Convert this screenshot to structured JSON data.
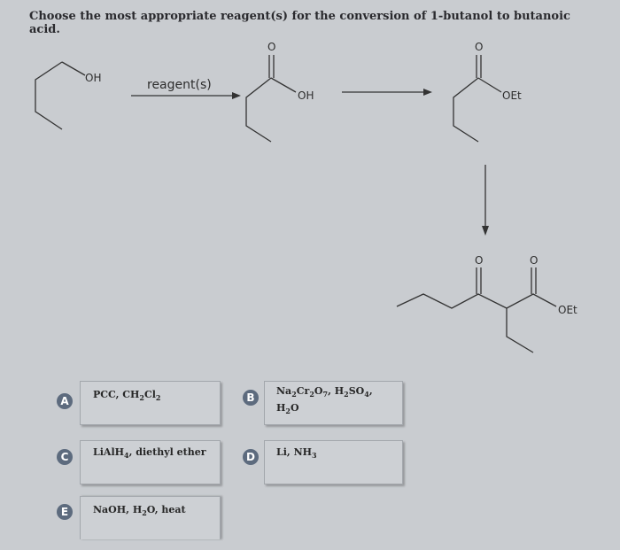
{
  "question": {
    "text": "Choose the most appropriate reagent(s) for the conversion of 1-butanol to butanoic acid."
  },
  "scheme": {
    "butanol_oh": "OH",
    "arrow_label": "reagent(s)",
    "acid_o": "O",
    "acid_oh": "OH",
    "ester_o": "O",
    "ester_oet": "OEt",
    "product_o1": "O",
    "product_o2": "O",
    "product_oet": "OEt"
  },
  "choices": [
    {
      "letter": "A",
      "color": "#5d6b7e",
      "parts": {
        "p1": "PCC, CH",
        "s1": "2",
        "p2": "Cl",
        "s2": "2"
      }
    },
    {
      "letter": "B",
      "color": "#5d6b7e",
      "parts": {
        "p1": "Na",
        "s1": "2",
        "p2": "Cr",
        "s2": "2",
        "p3": "O",
        "s3": "7",
        "p4": ", H",
        "s4": "2",
        "p5": "SO",
        "s5": "4",
        "p6": ",",
        "p7": "H",
        "s7": "2",
        "p8": "O"
      }
    },
    {
      "letter": "C",
      "color": "#5d6b7e",
      "parts": {
        "p1": "LiAlH",
        "s1": "4",
        "p2": ", diethyl ether"
      }
    },
    {
      "letter": "D",
      "color": "#5d6b7e",
      "parts": {
        "p1": "Li, NH",
        "s1": "3"
      }
    },
    {
      "letter": "E",
      "color": "#5d6b7e",
      "parts": {
        "p1": "NaOH, H",
        "s1": "2",
        "p2": "O, heat"
      }
    }
  ]
}
